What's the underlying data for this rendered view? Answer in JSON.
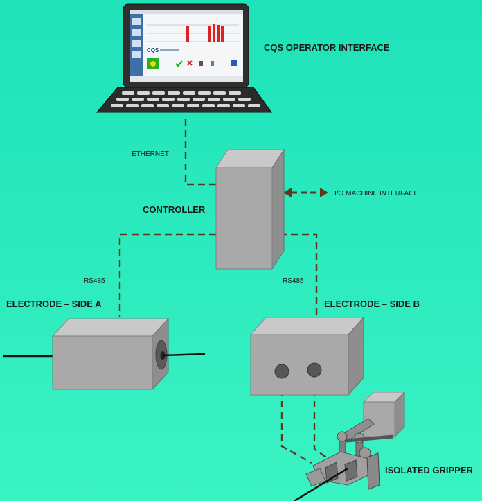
{
  "labels": {
    "operator_interface": "CQS OPERATOR  INTERFACE",
    "ethernet": "ETHERNET",
    "controller": "CONTROLLER",
    "io_interface": "I/O  MACHINE INTERFACE",
    "rs485_a": "RS485",
    "rs485_b": "RS485",
    "electrode_a": "ELECTRODE  – SIDE A",
    "electrode_b": "ELECTRODE  – SIDE B",
    "gripper": "ISOLATED GRIPPER"
  },
  "screen": {
    "logo": "CQS"
  },
  "colors": {
    "background": "#2bedbf",
    "connector": "#5a3a1e",
    "box": "#a9a9a9",
    "screen_bar": "#e02020"
  }
}
